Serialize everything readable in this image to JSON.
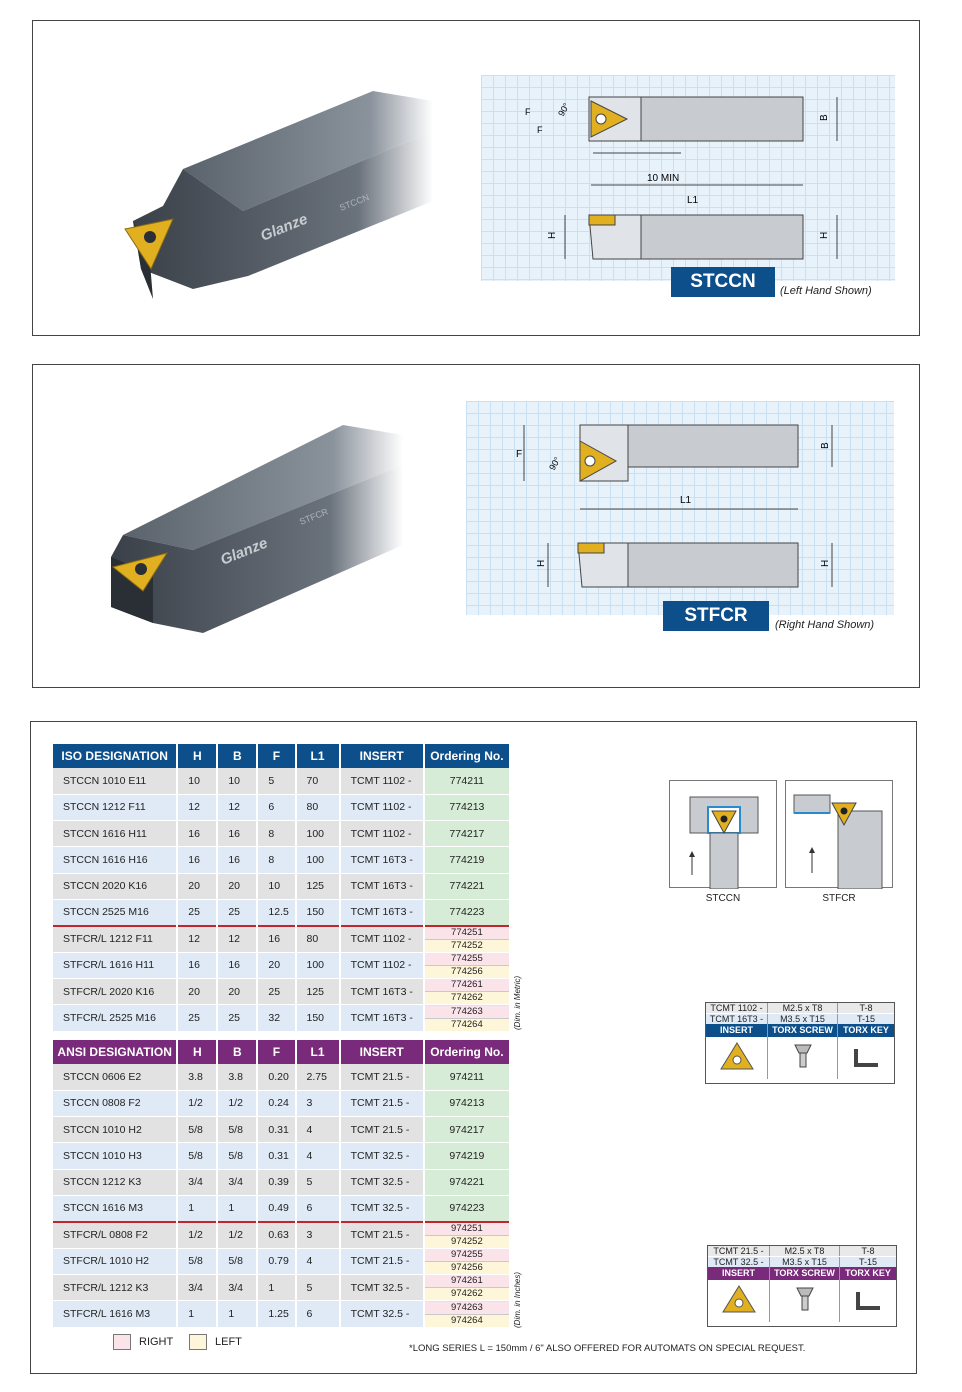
{
  "panel1": {
    "brand": "Glanze",
    "body_text": "STCCN",
    "dims": {
      "f": "F",
      "angle": "90°",
      "min": "10 MIN",
      "l1": "L1",
      "b": "B",
      "h": "H"
    },
    "tag": "STCCN",
    "note": "(Left Hand Shown)"
  },
  "panel2": {
    "brand": "Glanze",
    "body_text": "STFCR",
    "dims": {
      "f": "F",
      "angle": "90°",
      "l1": "L1",
      "b": "B",
      "h": "H"
    },
    "tag": "STFCR",
    "note": "(Right Hand Shown)"
  },
  "iso_table": {
    "headers": [
      "ISO DESIGNATION",
      "H",
      "B",
      "F",
      "L1",
      "INSERT",
      "Ordering No."
    ],
    "rows": [
      [
        "STCCN 1010 E11",
        "10",
        "10",
        "5",
        "70",
        "TCMT 1102 -",
        "774211"
      ],
      [
        "STCCN 1212 F11",
        "12",
        "12",
        "6",
        "80",
        "TCMT 1102 -",
        "774213"
      ],
      [
        "STCCN 1616 H11",
        "16",
        "16",
        "8",
        "100",
        "TCMT 1102 -",
        "774217"
      ],
      [
        "STCCN 1616 H16",
        "16",
        "16",
        "8",
        "100",
        "TCMT 16T3 -",
        "774219"
      ],
      [
        "STCCN 2020 K16",
        "20",
        "20",
        "10",
        "125",
        "TCMT 16T3 -",
        "774221"
      ],
      [
        "STCCN 2525 M16",
        "25",
        "25",
        "12.5",
        "150",
        "TCMT 16T3 -",
        "774223"
      ],
      [
        "STFCR/L 1212 F11",
        "12",
        "12",
        "16",
        "80",
        "TCMT 1102 -",
        "774251",
        "774252"
      ],
      [
        "STFCR/L 1616 H11",
        "16",
        "16",
        "20",
        "100",
        "TCMT 1102 -",
        "774255",
        "774256"
      ],
      [
        "STFCR/L 2020 K16",
        "20",
        "20",
        "25",
        "125",
        "TCMT 16T3 -",
        "774261",
        "774262"
      ],
      [
        "STFCR/L 2525 M16",
        "25",
        "25",
        "32",
        "150",
        "TCMT 16T3 -",
        "774263",
        "774264"
      ]
    ],
    "dim_note": "(Dim. in Metric)"
  },
  "ansi_table": {
    "headers": [
      "ANSI DESIGNATION",
      "H",
      "B",
      "F",
      "L1",
      "INSERT",
      "Ordering No."
    ],
    "rows": [
      [
        "STCCN 0606 E2",
        "3.8",
        "3.8",
        "0.20",
        "2.75",
        "TCMT 21.5 -",
        "974211"
      ],
      [
        "STCCN 0808 F2",
        "1/2",
        "1/2",
        "0.24",
        "3",
        "TCMT 21.5 -",
        "974213"
      ],
      [
        "STCCN 1010 H2",
        "5/8",
        "5/8",
        "0.31",
        "4",
        "TCMT 21.5 -",
        "974217"
      ],
      [
        "STCCN 1010 H3",
        "5/8",
        "5/8",
        "0.31",
        "4",
        "TCMT 32.5 -",
        "974219"
      ],
      [
        "STCCN 1212 K3",
        "3/4",
        "3/4",
        "0.39",
        "5",
        "TCMT 32.5 -",
        "974221"
      ],
      [
        "STCCN 1616 M3",
        "1",
        "1",
        "0.49",
        "6",
        "TCMT 32.5 -",
        "974223"
      ],
      [
        "STFCR/L 0808 F2",
        "1/2",
        "1/2",
        "0.63",
        "3",
        "TCMT 21.5 -",
        "974251",
        "974252"
      ],
      [
        "STFCR/L 1010 H2",
        "5/8",
        "5/8",
        "0.79",
        "4",
        "TCMT 21.5 -",
        "974255",
        "974256"
      ],
      [
        "STFCR/L 1212 K3",
        "3/4",
        "3/4",
        "1",
        "5",
        "TCMT 32.5 -",
        "974261",
        "974262"
      ],
      [
        "STFCR/L 1616 M3",
        "1",
        "1",
        "1.25",
        "6",
        "TCMT 32.5 -",
        "974263",
        "974264"
      ]
    ],
    "dim_note": "(Dim. in Inches)"
  },
  "application": {
    "left_label": "STCCN",
    "right_label": "STFCR"
  },
  "spares_metric": {
    "rows": [
      [
        "TCMT 1102 -",
        "M2.5 x T8",
        "T-8"
      ],
      [
        "TCMT 16T3 -",
        "M3.5 x T15",
        "T-15"
      ]
    ],
    "headers": [
      "INSERT",
      "TORX SCREW",
      "TORX KEY"
    ]
  },
  "spares_inch": {
    "rows": [
      [
        "TCMT 21.5 -",
        "M2.5 x T8",
        "T-8"
      ],
      [
        "TCMT 32.5 -",
        "M3.5 x T15",
        "T-15"
      ]
    ],
    "headers": [
      "INSERT",
      "TORX SCREW",
      "TORX KEY"
    ]
  },
  "legend": {
    "right": "RIGHT",
    "left": "LEFT"
  },
  "footnote": "*LONG SERIES L = 150mm / 6\" ALSO OFFERED FOR AUTOMATS ON SPECIAL REQUEST.",
  "colors": {
    "iso_header": "#0d4f8b",
    "ansi_header": "#7a2a7a",
    "tag": "#0d4f8b",
    "insert": "#e0b020",
    "right": "#fbe3ea",
    "left": "#fdf6d8"
  }
}
